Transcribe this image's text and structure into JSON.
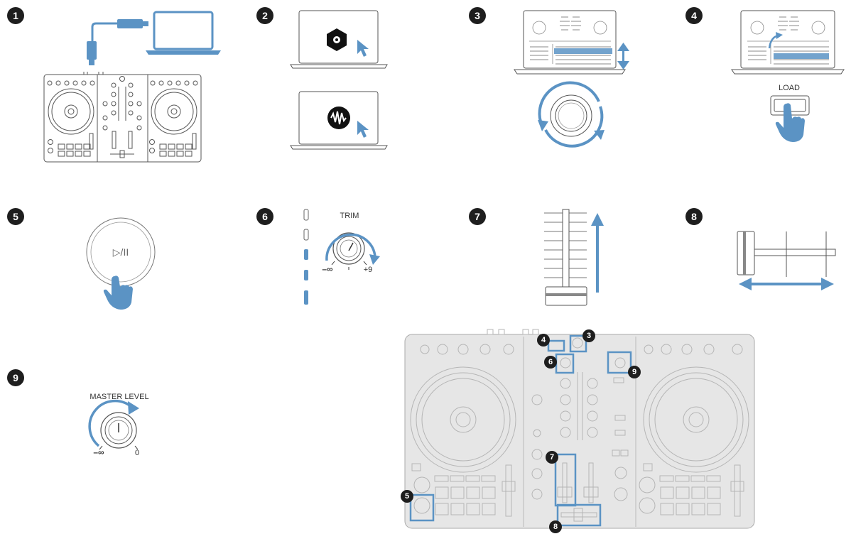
{
  "steps": [
    "1",
    "2",
    "3",
    "4",
    "5",
    "6",
    "7",
    "8",
    "9"
  ],
  "labels": {
    "load": "LOAD",
    "trim": "TRIM",
    "trim_min": "–∞",
    "trim_max": "+9",
    "master_level": "MASTER LEVEL",
    "master_min": "–∞",
    "master_max": "0",
    "play_pause": "▷/II"
  },
  "callouts": [
    "3",
    "4",
    "6",
    "9",
    "7",
    "5",
    "8"
  ],
  "colors": {
    "accent": "#5b93c4",
    "line": "#555555",
    "light": "#b8b8b8",
    "badge": "#1e1e1e",
    "panel": "#e6e6e6"
  }
}
